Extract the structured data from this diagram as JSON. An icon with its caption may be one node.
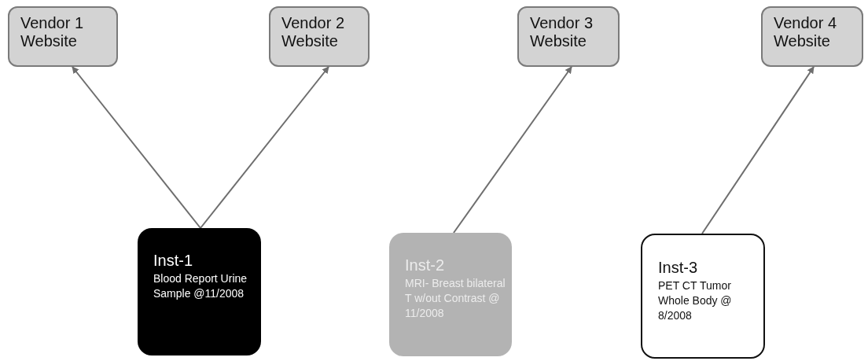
{
  "diagram": {
    "nodes": [
      {
        "text": [
          "Vendor 1 Website"
        ]
      },
      {
        "text": [
          "Vendor 2 Website"
        ]
      },
      {
        "text": [
          "Vendor 3 Website"
        ]
      },
      {
        "text": [
          "Vendor 4 Website"
        ]
      },
      {
        "text": [
          "Inst-1",
          "Blood Report Urine Sample @11/2008"
        ]
      },
      {
        "text": [
          "Inst-2",
          "MRI- Breast bilateral T w/out Contrast @ 11/2008"
        ]
      },
      {
        "text": [
          "Inst-3",
          "PET CT Tumor Whole Body @ 8/2008"
        ]
      }
    ],
    "edges": [
      {
        "from": 4,
        "to": 0,
        "arrow": "to"
      },
      {
        "from": 4,
        "to": 1,
        "arrow": "to"
      },
      {
        "from": 5,
        "to": 2,
        "arrow": "to"
      },
      {
        "from": 6,
        "to": 3,
        "arrow": "to"
      }
    ]
  }
}
